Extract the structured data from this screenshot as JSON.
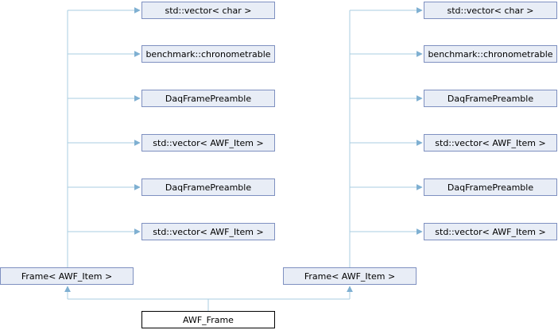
{
  "colors": {
    "node-fill": "#E8EDF6",
    "node-border": "#7E90C0",
    "main-fill": "#FFFFFF",
    "main-border": "#000000",
    "line": "#A9CDE2",
    "arrow": "#7FB0D2",
    "text": "#000000",
    "background": "#FFFFFF"
  },
  "graph": {
    "type": "collaboration-diagram",
    "main_class": "AWF_Frame",
    "subtrees": [
      {
        "root": "Frame< AWF_Item >",
        "members": [
          "std::vector< char >",
          "benchmark::chronometrable",
          "DaqFramePreamble",
          "std::vector< AWF_Item >",
          "DaqFramePreamble",
          "std::vector< AWF_Item >"
        ]
      },
      {
        "root": "Frame< AWF_Item >",
        "members": [
          "std::vector< char >",
          "benchmark::chronometrable",
          "DaqFramePreamble",
          "std::vector< AWF_Item >",
          "DaqFramePreamble",
          "std::vector< AWF_Item >"
        ]
      }
    ]
  }
}
